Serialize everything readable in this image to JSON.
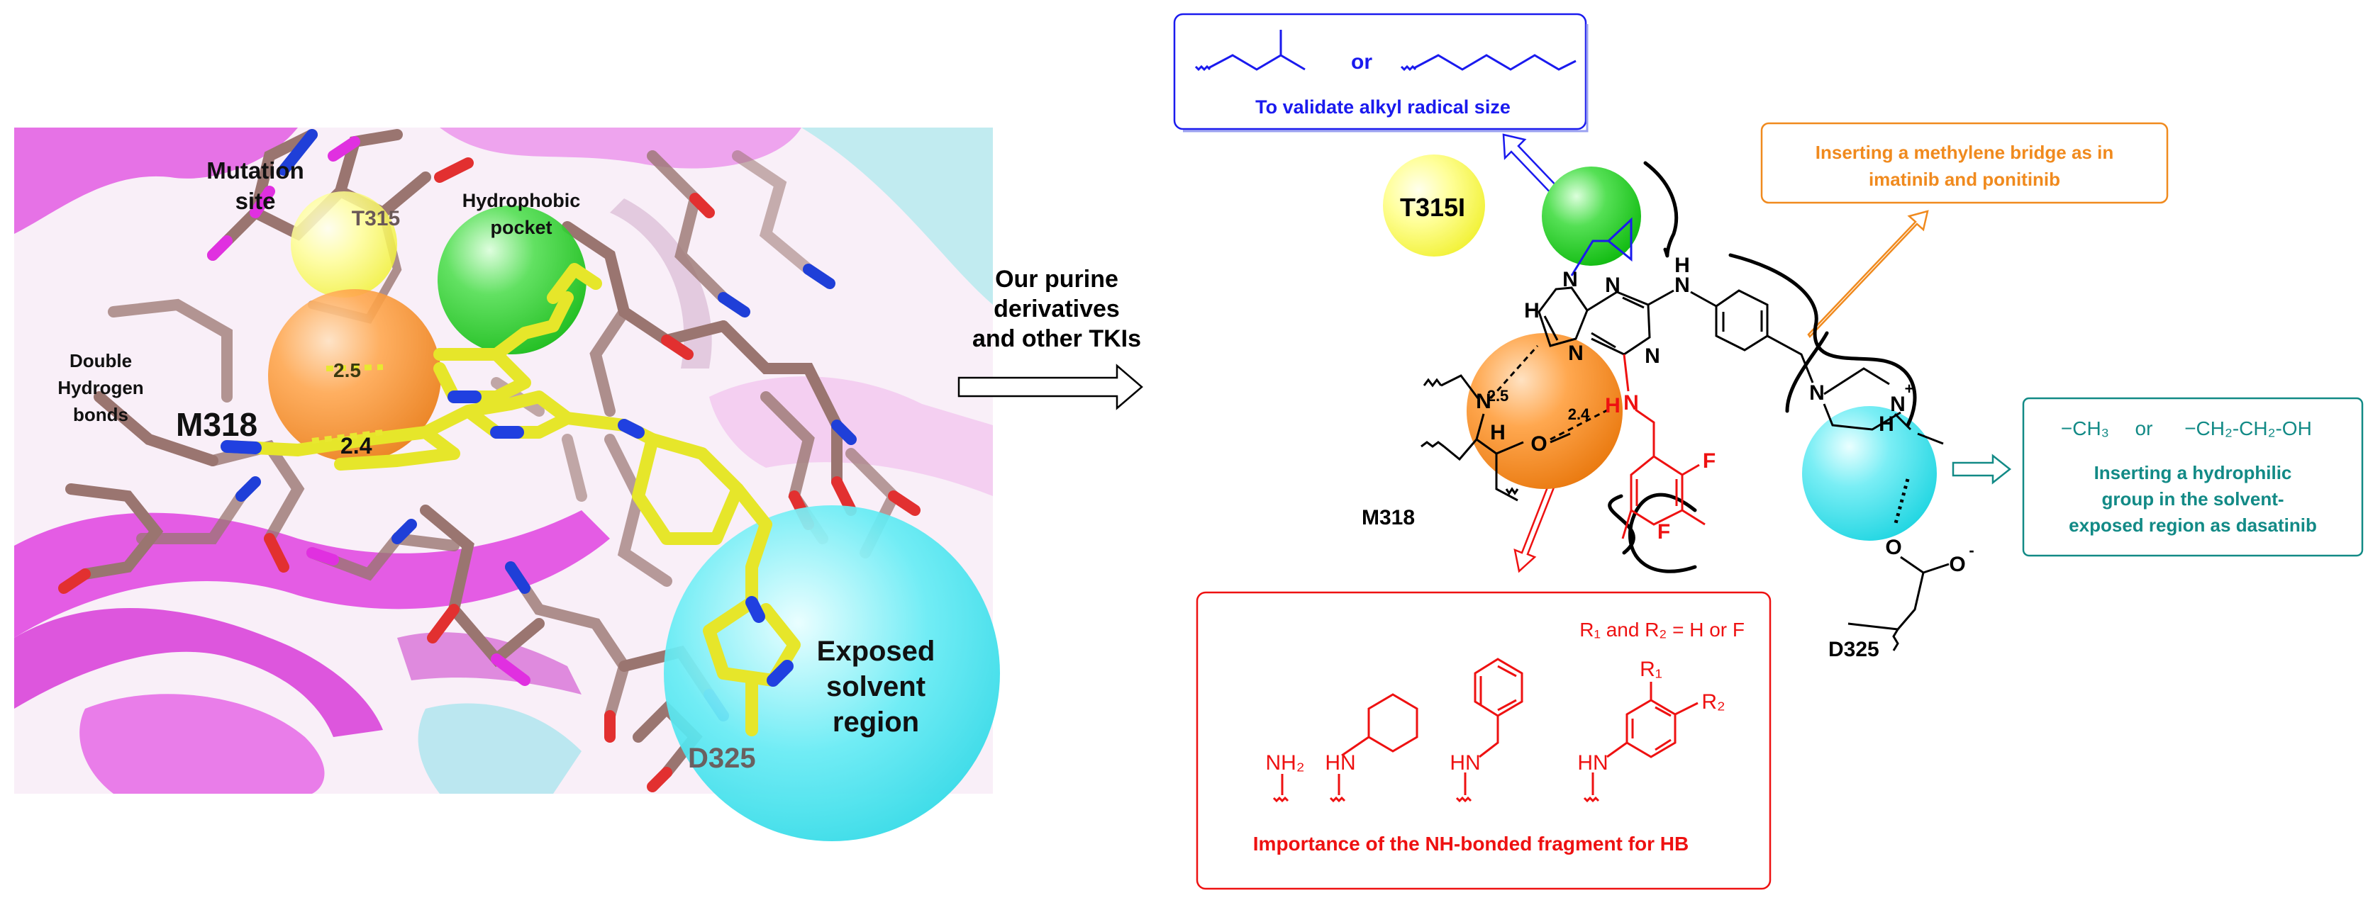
{
  "colors": {
    "mutation": "#ffff66",
    "hinge": "#f58a1f",
    "pocket": "#22cc22",
    "solvent": "#33dde8",
    "blue": "#1a1aee",
    "orange": "#f08a1e",
    "red": "#ee1111",
    "teal": "#128a86",
    "magenta": "#e030e0",
    "carbon": "#9a7570",
    "ligand": "#f0f040"
  },
  "left_panel": {
    "mutation_site": [
      "Mutation",
      "site"
    ],
    "t315": "T315",
    "hydrophobic_pocket": [
      "Hydrophobic",
      "pocket"
    ],
    "double_hb": [
      "Double",
      "Hydrogen",
      "bonds"
    ],
    "m318": "M318",
    "dist_25": "2.5",
    "dist_24": "2.4",
    "exposed_solvent": [
      "Exposed",
      "solvent",
      "region"
    ],
    "d325": "D325"
  },
  "middle": {
    "caption": [
      "Our purine",
      "derivatives",
      "and other TKIs"
    ]
  },
  "right_panel": {
    "alkyl_box": {
      "or": "or",
      "caption": "To validate alkyl radical size"
    },
    "t315i": "T315I",
    "methylene_box": [
      "Inserting a methylene bridge as in",
      "imatinib and ponitinib"
    ],
    "hydrophilic_box": {
      "ch3": "−CH₃",
      "or": "or",
      "chch_oh": "−CH₂-CH₂-OH",
      "text": [
        "Inserting a hydrophilic",
        "group in the solvent-",
        "exposed region as dasatinib"
      ]
    },
    "nh_box": {
      "r1r2": "R₁ and R₂ = H or F",
      "nh2": "NH₂",
      "hn": "HN",
      "r1": "R₁",
      "r2": "R₂",
      "caption": "Importance of the NH-bonded fragment for HB"
    },
    "scaffold": {
      "N9": "N",
      "H8": "H",
      "N7": "N",
      "N3": "N",
      "N1": "N",
      "NH_top": "N",
      "H_top": "H",
      "NH_red": "N",
      "H_red": "H",
      "F1": "F",
      "F2": "F",
      "Npip1": "N",
      "Npip2": "N",
      "plus": "+",
      "Hpip": "H",
      "hinge_N": "N",
      "hinge_H": "H",
      "hinge_O": "O",
      "d25": "2.5",
      "d24": "2.4",
      "carbox_O": "O",
      "carbox_Ominus": "O",
      "minus": "-"
    },
    "m318": "M318",
    "d325": "D325"
  }
}
